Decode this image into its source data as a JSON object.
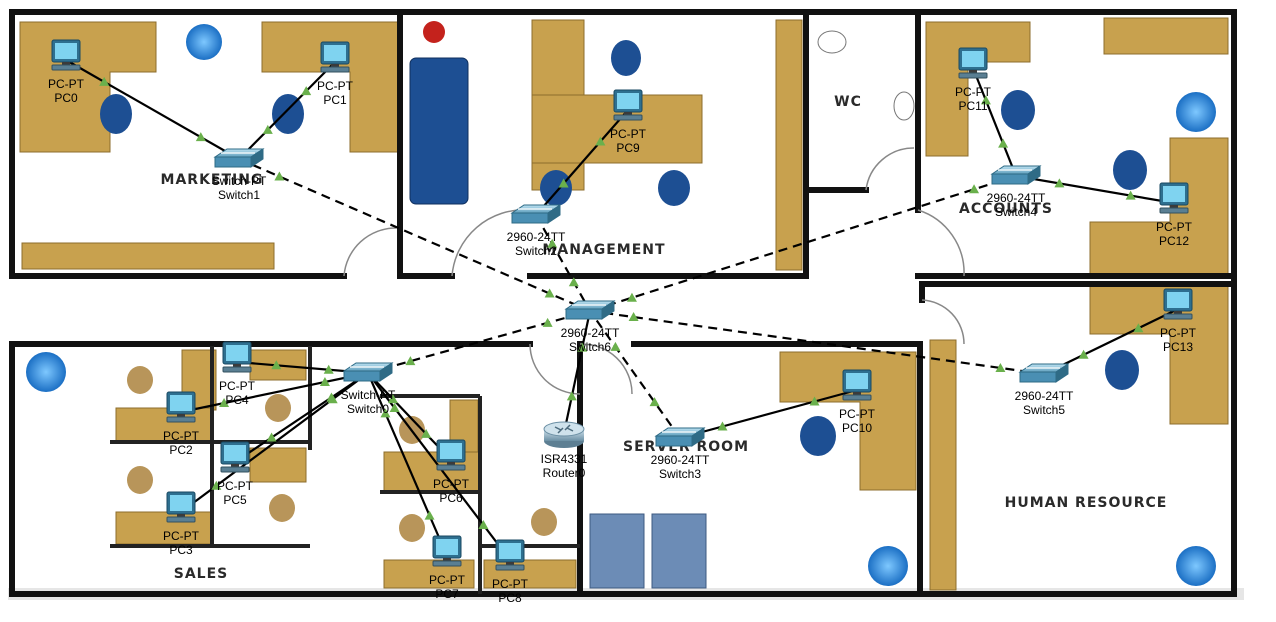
{
  "rooms": [
    {
      "id": "marketing",
      "label": "MARKETING"
    },
    {
      "id": "management",
      "label": "MANAGEMENT"
    },
    {
      "id": "wc",
      "label": "WC"
    },
    {
      "id": "accounts",
      "label": "ACCOUNTS"
    },
    {
      "id": "sales",
      "label": "SALES"
    },
    {
      "id": "server",
      "label": "SERVER ROOM"
    },
    {
      "id": "hr",
      "label": "HUMAN RESOURCE"
    }
  ],
  "devices": [
    {
      "id": "PC0",
      "type": "pc",
      "model": "PC-PT",
      "name": "PC0"
    },
    {
      "id": "PC1",
      "type": "pc",
      "model": "PC-PT",
      "name": "PC1"
    },
    {
      "id": "PC2",
      "type": "pc",
      "model": "PC-PT",
      "name": "PC2"
    },
    {
      "id": "PC3",
      "type": "pc",
      "model": "PC-PT",
      "name": "PC3"
    },
    {
      "id": "PC4",
      "type": "pc",
      "model": "PC-PT",
      "name": "PC4"
    },
    {
      "id": "PC5",
      "type": "pc",
      "model": "PC-PT",
      "name": "PC5"
    },
    {
      "id": "PC6",
      "type": "pc",
      "model": "PC-PT",
      "name": "PC6"
    },
    {
      "id": "PC7",
      "type": "pc",
      "model": "PC-PT",
      "name": "PC7"
    },
    {
      "id": "PC8",
      "type": "pc",
      "model": "PC-PT",
      "name": "PC8"
    },
    {
      "id": "PC9",
      "type": "pc",
      "model": "PC-PT",
      "name": "PC9"
    },
    {
      "id": "PC10",
      "type": "pc",
      "model": "PC-PT",
      "name": "PC10"
    },
    {
      "id": "PC11",
      "type": "pc",
      "model": "PC-PT",
      "name": "PC11"
    },
    {
      "id": "PC12",
      "type": "pc",
      "model": "PC-PT",
      "name": "PC12"
    },
    {
      "id": "PC13",
      "type": "pc",
      "model": "PC-PT",
      "name": "PC13"
    },
    {
      "id": "Switch0",
      "type": "switch",
      "model": "Switch-PT",
      "name": "Switch0"
    },
    {
      "id": "Switch1",
      "type": "switch",
      "model": "Switch-PT",
      "name": "Switch1"
    },
    {
      "id": "Switch2",
      "type": "switch",
      "model": "2960-24TT",
      "name": "Switch2"
    },
    {
      "id": "Switch3",
      "type": "switch",
      "model": "2960-24TT",
      "name": "Switch3"
    },
    {
      "id": "Switch4",
      "type": "switch",
      "model": "2960-24TT",
      "name": "Switch4"
    },
    {
      "id": "Switch5",
      "type": "switch",
      "model": "2960-24TT",
      "name": "Switch5"
    },
    {
      "id": "Switch6",
      "type": "switch",
      "model": "2960-24TT",
      "name": "Switch6"
    },
    {
      "id": "Router0",
      "type": "router",
      "model": "ISR4331",
      "name": "Router0"
    }
  ],
  "links": [
    {
      "from": "PC0",
      "to": "Switch1",
      "style": "solid"
    },
    {
      "from": "PC1",
      "to": "Switch1",
      "style": "solid"
    },
    {
      "from": "PC9",
      "to": "Switch2",
      "style": "solid"
    },
    {
      "from": "PC11",
      "to": "Switch4",
      "style": "solid"
    },
    {
      "from": "PC12",
      "to": "Switch4",
      "style": "solid"
    },
    {
      "from": "PC13",
      "to": "Switch5",
      "style": "solid"
    },
    {
      "from": "PC10",
      "to": "Switch3",
      "style": "solid"
    },
    {
      "from": "PC2",
      "to": "Switch0",
      "style": "solid"
    },
    {
      "from": "PC3",
      "to": "Switch0",
      "style": "solid"
    },
    {
      "from": "PC4",
      "to": "Switch0",
      "style": "solid"
    },
    {
      "from": "PC5",
      "to": "Switch0",
      "style": "solid"
    },
    {
      "from": "PC6",
      "to": "Switch0",
      "style": "solid"
    },
    {
      "from": "PC7",
      "to": "Switch0",
      "style": "solid"
    },
    {
      "from": "PC8",
      "to": "Switch0",
      "style": "solid"
    },
    {
      "from": "Router0",
      "to": "Switch6",
      "style": "solid"
    },
    {
      "from": "Switch1",
      "to": "Switch6",
      "style": "dashed"
    },
    {
      "from": "Switch2",
      "to": "Switch6",
      "style": "dashed"
    },
    {
      "from": "Switch4",
      "to": "Switch6",
      "style": "dashed"
    },
    {
      "from": "Switch5",
      "to": "Switch6",
      "style": "dashed"
    },
    {
      "from": "Switch3",
      "to": "Switch6",
      "style": "dashed"
    },
    {
      "from": "Switch0",
      "to": "Switch6",
      "style": "dashed"
    }
  ],
  "colors": {
    "wall": "#111111",
    "floor": "#ffffff",
    "desk": "#c8a14e",
    "desk_edge": "#8c6d2c",
    "chair": "#1d4f93",
    "link": "#000000",
    "port_up": "#6ab04c",
    "device": "#4a8fb3",
    "plant": "#1e7fd0"
  }
}
